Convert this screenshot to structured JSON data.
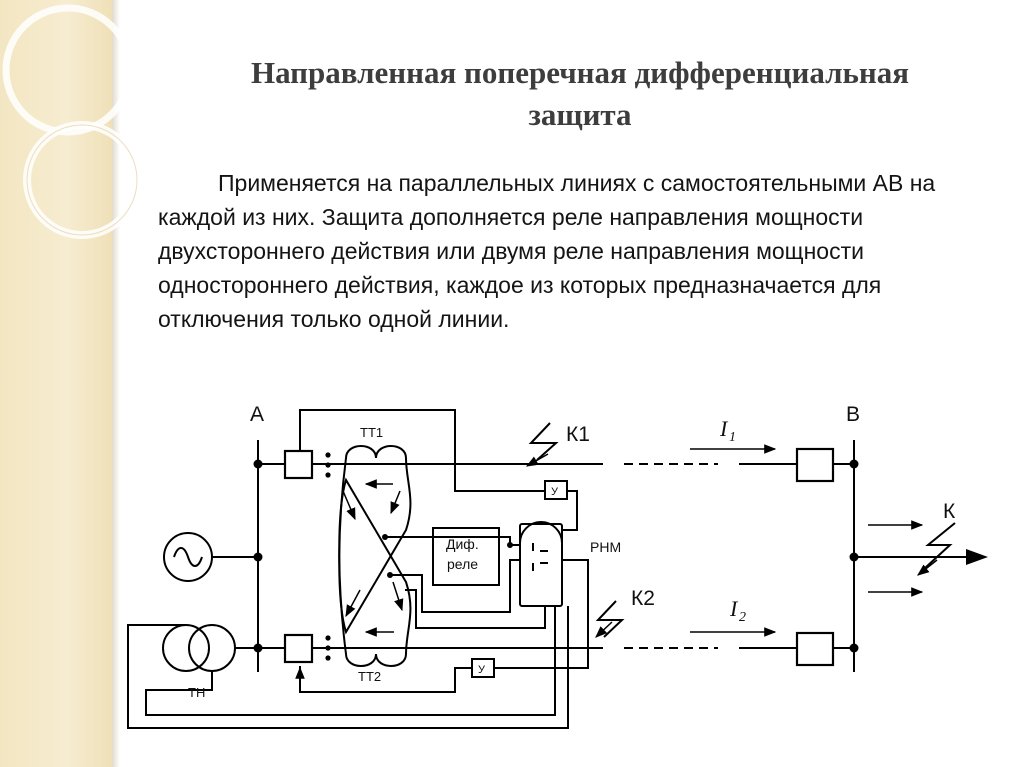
{
  "slide": {
    "title_line1": "Направленная поперечная дифференциальная",
    "title_line2": "защита",
    "body": "Применяется на параллельных линиях с самостоятельными АВ на каждой из них. Защита дополняется реле направления мощности двухстороннего действия или двумя реле направления мощности одностороннего действия, каждое из которых предназначается для отключения только одной линии."
  },
  "diagram": {
    "bus_a": "А",
    "bus_b": "В",
    "fault_k1": "К1",
    "fault_k2": "К2",
    "fault_k": "К",
    "ct1": "ТТ1",
    "ct2": "ТТ2",
    "vt": "ТН",
    "rnm": "РНМ",
    "relay_line1": "Диф.",
    "relay_line2": "реле",
    "amp1": "У",
    "amp2": "У",
    "current1_sym": "I",
    "current1_sub": "1",
    "current2_sym": "I",
    "current2_sub": "2"
  },
  "colors": {
    "band": "#f3e6c2",
    "title": "#3d3d3d",
    "text": "#141414",
    "line": "#000000"
  }
}
